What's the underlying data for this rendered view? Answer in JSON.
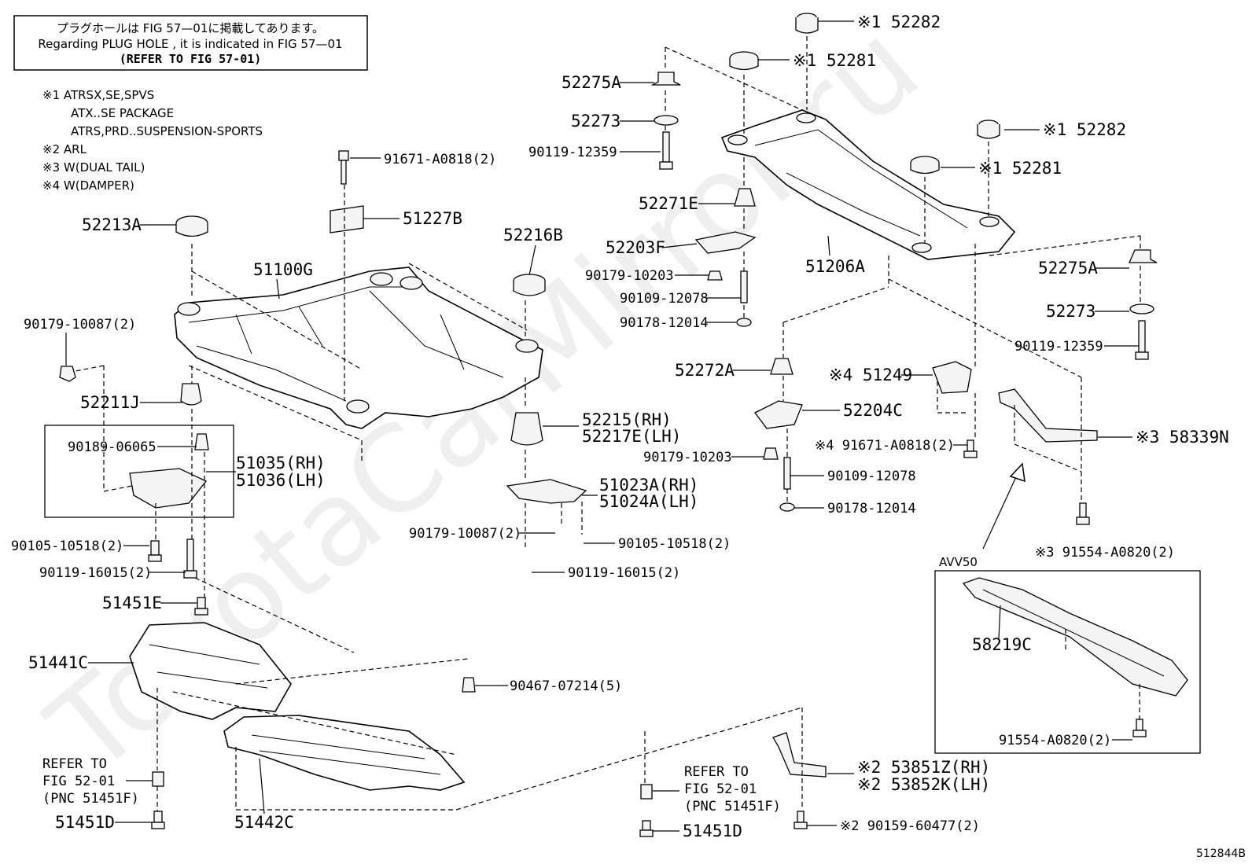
{
  "header_box": {
    "line1": "プラグホールは FIG 57—01に掲載してあります。",
    "line2": "Regarding  PLUG  HOLE , it is indicated in FIG  57—01",
    "line3": "(REFER TO FIG 57-01)"
  },
  "legend": {
    "n1a": "※1 ATRSX,SE,SPVS",
    "n1b": "ATX..SE PACKAGE",
    "n1c": "ATRS,PRD..SUSPENSION-SPORTS",
    "n2": "※2 ARL",
    "n3": "※3 W(DUAL TAIL)",
    "n4": "※4 W(DAMPER)"
  },
  "parts": {
    "p52282_top": "※1 52282",
    "p52281_top": "※1 52281",
    "p52275A_l": "52275A",
    "p52273_l": "52273",
    "p90119_12359_l": "90119-12359",
    "p91671_top": "91671-A0818(2)",
    "p51227B": "51227B",
    "p52213A": "52213A",
    "p52216B": "52216B",
    "p51100G": "51100G",
    "p90179_10087_l": "90179-10087(2)",
    "p52211J": "52211J",
    "p90189": "90189-06065",
    "p51035": "51035(RH)",
    "p51036": "51036(LH)",
    "p90105_l": "90105-10518(2)",
    "p90119_16015_l": "90119-16015(2)",
    "p51451E": "51451E",
    "p51441C": "51441C",
    "p90467": "90467-07214(5)",
    "ref1_a": "REFER TO",
    "ref1_b": "FIG 52-01",
    "ref1_c": "(PNC 51451F)",
    "p51451D_l": "51451D",
    "p51442C": "51442C",
    "p52271E": "52271E",
    "p52203F": "52203F",
    "p90179_10203_a": "90179-10203",
    "p90109_12078_a": "90109-12078",
    "p90178_12014_a": "90178-12014",
    "p51206A": "51206A",
    "p52282_r": "※1 52282",
    "p52281_r": "※1 52281",
    "p52275A_r": "52275A",
    "p52273_r": "52273",
    "p90119_12359_r": "90119-12359",
    "p52272A": "52272A",
    "p51249": "※4 51249",
    "p52204C": "52204C",
    "p90179_10203_b": "90179-10203",
    "p91671_b": "※4 91671-A0818(2)",
    "p90109_12078_b": "90109-12078",
    "p90178_12014_b": "90178-12014",
    "p58339N": "※3 58339N",
    "p91554_a": "※3 91554-A0820(2)",
    "p52215": "52215(RH)",
    "p52217E": "52217E(LH)",
    "p51023A": "51023A(RH)",
    "p51024A": "51024A(LH)",
    "p90179_10087_m": "90179-10087(2)",
    "p90105_m": "90105-10518(2)",
    "p90119_16015_m": "90119-16015(2)",
    "avv50": "AVV50",
    "p58219C": "58219C",
    "p91554_b": "91554-A0820(2)",
    "p53851Z": "※2 53851Z(RH)",
    "p53852K": "※2 53852K(LH)",
    "p90159": "※2 90159-60477(2)",
    "ref2_a": "REFER TO",
    "ref2_b": "FIG 52-01",
    "ref2_c": "(PNC 51451F)",
    "p51451D_m": "51451D"
  },
  "watermark": "ToyotaCarMirror.ru",
  "figure_id": "512844B"
}
